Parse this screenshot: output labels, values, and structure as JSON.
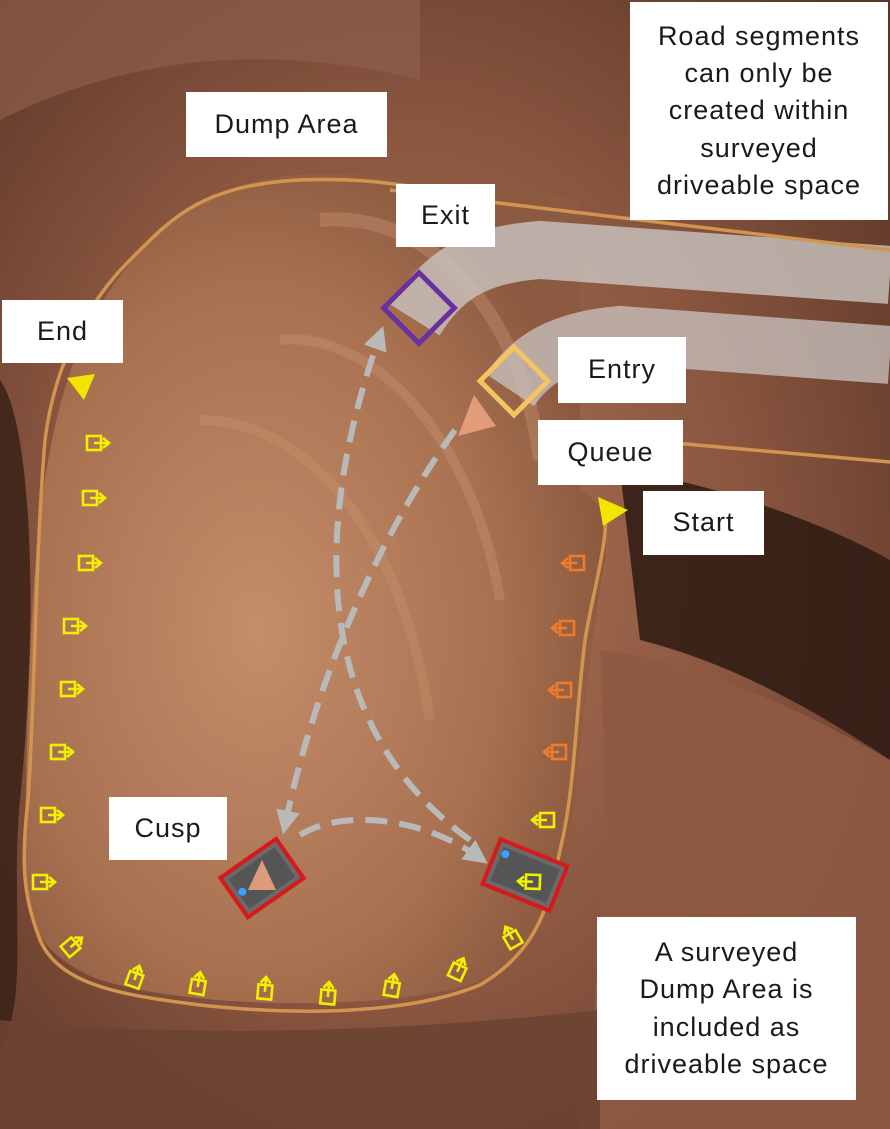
{
  "labels": {
    "dump_area": "Dump Area",
    "exit": "Exit",
    "end": "End",
    "entry": "Entry",
    "queue": "Queue",
    "start": "Start",
    "cusp": "Cusp"
  },
  "notes": {
    "road_segments": "Road segments\ncan only be\ncreated within\nsurveyed\ndriveable space",
    "surveyed_dump": "A surveyed\nDump Area is\nincluded as\ndriveable space"
  },
  "colors": {
    "boundary": "#d2954f",
    "road": "#c9c4c1",
    "exit_marker": "#6a2fa0",
    "entry_marker": "#f3c560",
    "path_arrows": "#b9b9b9",
    "yellow_markers": "#f2f000",
    "orange_markers": "#ef7a2a",
    "truck_outline": "#d8181b",
    "truck_arrow": "#e8a27f",
    "start_end_flag": "#f2e600"
  },
  "icons": {
    "flag": "triangle-flag-icon",
    "marker": "truck-direction-marker-icon",
    "truck": "haul-truck-icon",
    "waypoint": "diamond-waypoint-icon"
  }
}
